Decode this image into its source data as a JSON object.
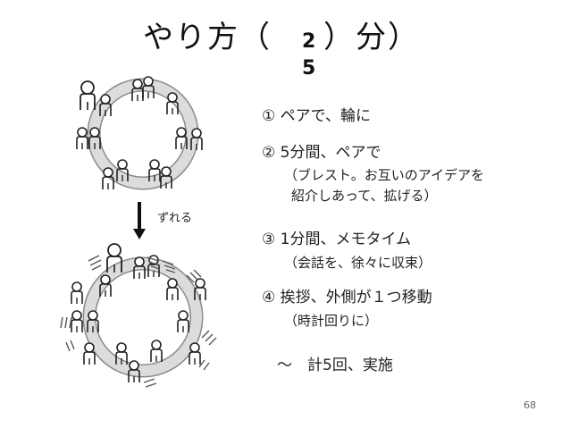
{
  "title": {
    "part1": "やり方（",
    "number_line1": "2",
    "number_line2": "5",
    "part2": "）分）"
  },
  "arrow_label": "ずれる",
  "steps": [
    {
      "line1": "① ペアで、輪に"
    },
    {
      "line1": "② 5分間、ペアで",
      "line2": "（ブレスト。お互いのアイデアを",
      "line3": "紹介しあって、拡げる）"
    },
    {
      "line1": "③ 1分間、メモタイム",
      "line2": "（会話を、徐々に収束）"
    },
    {
      "line1": "④ 挨拶、外側が１つ移動",
      "line2": "（時計回りに）"
    },
    {
      "line1": "～　計5回、実施"
    }
  ],
  "page_number": "68",
  "colors": {
    "ring_fill": "#dcdcdc",
    "ring_stroke": "#8a8a8a",
    "figure": "#222222"
  },
  "icons": [
    "person-icon",
    "down-arrow-icon",
    "motion-lines-icon"
  ]
}
